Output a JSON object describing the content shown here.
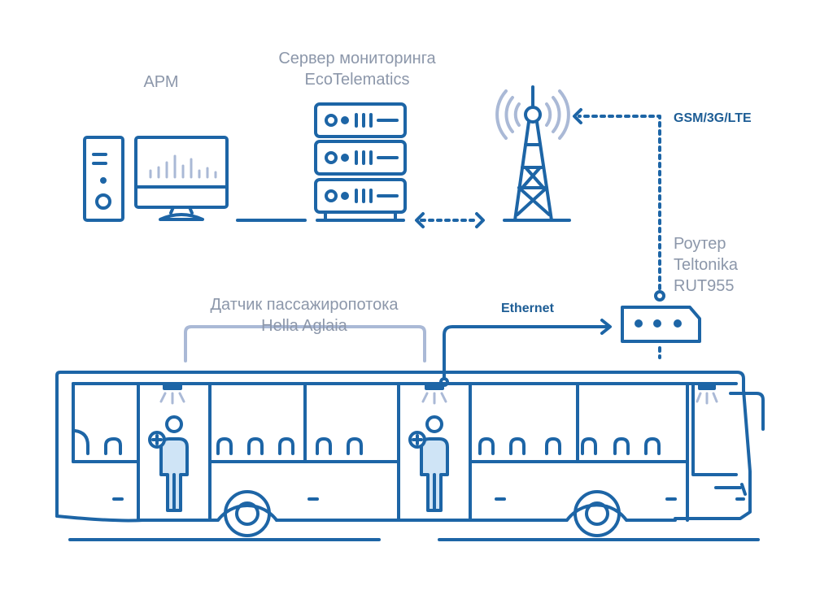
{
  "labels": {
    "arm": "АРМ",
    "server_line1": "Сервер мониторинга",
    "server_line2": "EcoTelematics",
    "gsm": "GSM/3G/LTE",
    "router_line1": "Роутер",
    "router_line2": "Teltonika",
    "router_line3": "RUT955",
    "sensor_line1": "Датчик пассажиропотока",
    "sensor_line2": "Hella Aglaia",
    "ethernet": "Ethernet"
  },
  "colors": {
    "primary": "#1d65a6",
    "light": "#aab9d6",
    "fill": "#cfe4f6",
    "text_gray": "#8c97aa",
    "text_blue": "#1d5d95"
  },
  "icons": [
    "computer-icon",
    "server-icon",
    "cell-tower-icon",
    "router-icon",
    "bus-icon",
    "passenger-icon",
    "sensor-icon"
  ]
}
